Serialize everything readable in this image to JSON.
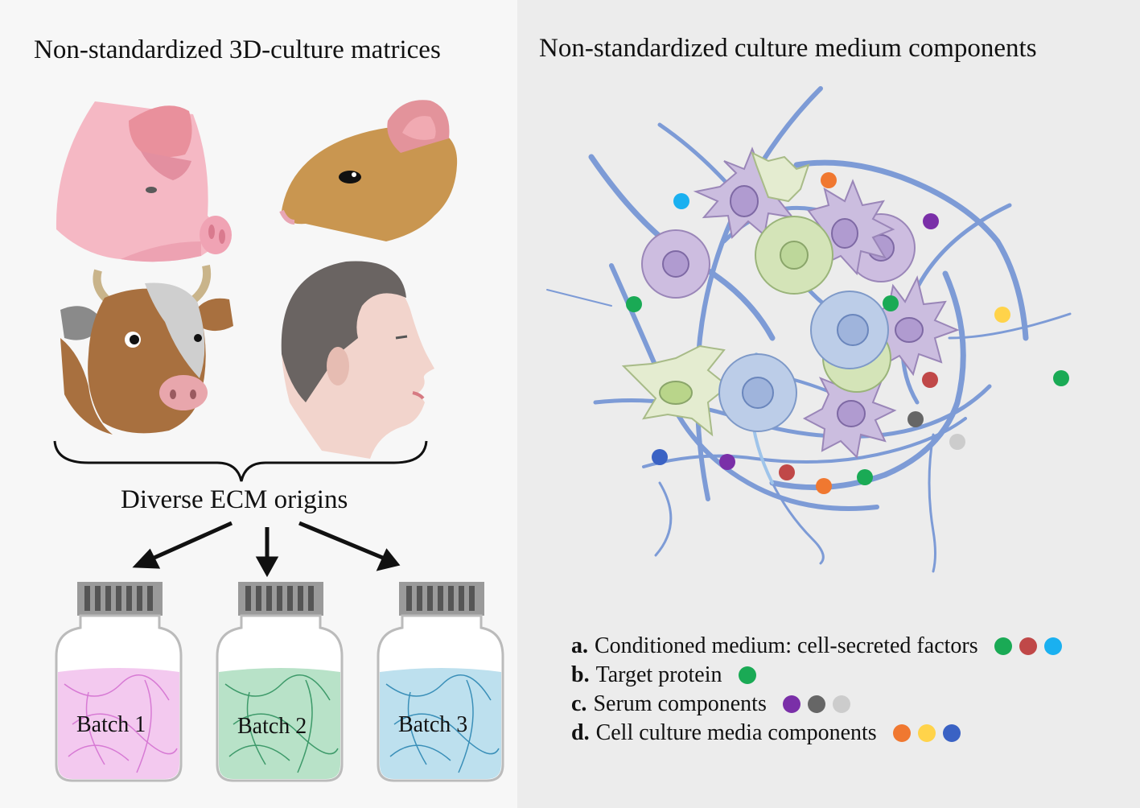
{
  "left": {
    "title": "Non-standardized 3D-culture matrices",
    "ecm_label": "Diverse ECM origins",
    "batches": [
      "Batch 1",
      "Batch 2",
      "Batch 3"
    ],
    "sources": [
      "pig",
      "rat",
      "cow",
      "human"
    ]
  },
  "right": {
    "title": "Non-standardized culture  medium components",
    "legend": [
      {
        "letter": "a.",
        "text": "Conditioned medium: cell-secreted factors",
        "colors": [
          "#1aaa55",
          "#c04848",
          "#1ab0f0"
        ]
      },
      {
        "letter": "b.",
        "text": "Target protein",
        "colors": [
          "#1aaa55"
        ]
      },
      {
        "letter": "c.",
        "text": "Serum components",
        "colors": [
          "#7a2fa8",
          "#666666",
          "#cccccc"
        ]
      },
      {
        "letter": "d.",
        "text": "Cell culture media components",
        "colors": [
          "#f07830",
          "#ffd34a",
          "#3a62c4"
        ]
      }
    ]
  },
  "colors": {
    "pig": "#f5b8c4",
    "rat": "#c99650",
    "cow_brown": "#a8703f",
    "skin": "#f2d4cc",
    "hair": "#6a6462",
    "fiber": "#7d9bd6",
    "batch1_fill": "#f3c9ef",
    "batch2_fill": "#b8e2c8",
    "batch3_fill": "#bde0ee"
  }
}
